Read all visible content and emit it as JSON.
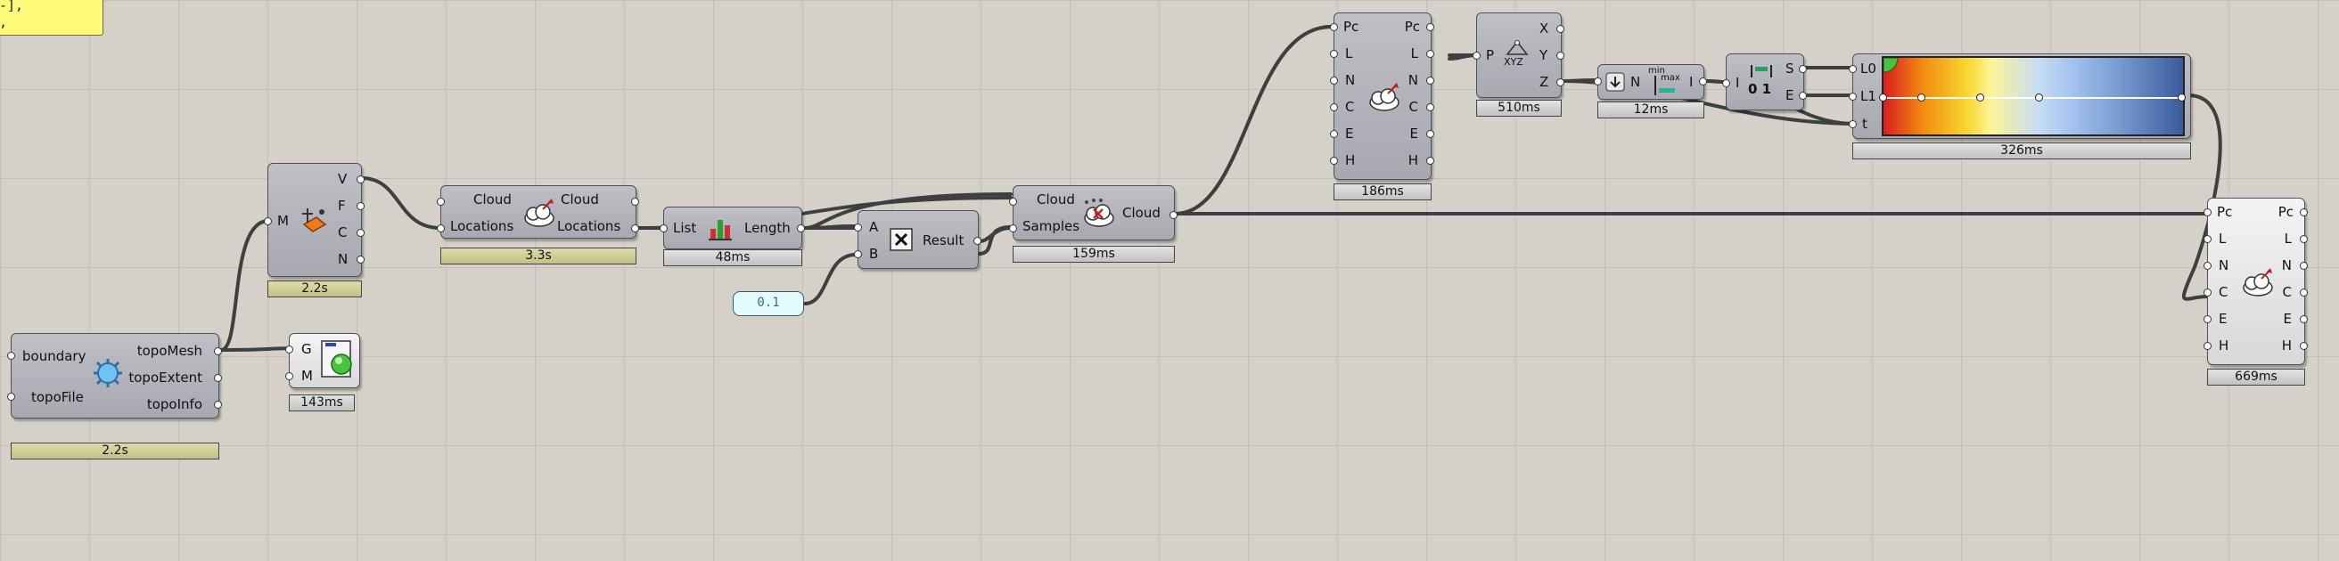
{
  "panel": {
    "text": "-],\n,"
  },
  "mesh_component": {
    "inputs": [
      "boundary",
      "topoFile"
    ],
    "outputs": [
      "topoMesh",
      "topoExtent",
      "topoInfo"
    ],
    "time": "2.2s"
  },
  "mesh_vertices": {
    "input": "M",
    "outputs": [
      "V",
      "F",
      "C",
      "N"
    ],
    "time": "2.2s"
  },
  "mesh_preview": {
    "inputs": [
      "G",
      "M"
    ],
    "time": "143ms"
  },
  "cloud_locations": {
    "inputs": [
      "Cloud",
      "Locations"
    ],
    "outputs": [
      "Cloud",
      "Locations"
    ],
    "time": "3.3s"
  },
  "list_length": {
    "input": "List",
    "output": "Length",
    "time": "48ms"
  },
  "multiply": {
    "inputs": [
      "A",
      "B"
    ],
    "output": "Result"
  },
  "number_slider": {
    "value": "0.1"
  },
  "cloud_samples": {
    "inputs": [
      "Cloud",
      "Samples"
    ],
    "output": "Cloud",
    "time": "159ms"
  },
  "cloud_props_top": {
    "inputs": [
      "Pc",
      "L",
      "N",
      "C",
      "E",
      "H"
    ],
    "outputs": [
      "Pc",
      "L",
      "N",
      "C",
      "E",
      "H"
    ],
    "time": "186ms"
  },
  "deconstruct_point": {
    "input": "P",
    "outputs": [
      "X",
      "Y",
      "Z"
    ],
    "icon_text": "XYZ",
    "time": "510ms"
  },
  "bounds": {
    "input": "N",
    "output": "I",
    "icon_min": "min",
    "icon_max": "max",
    "time": "12ms"
  },
  "deconstruct_domain": {
    "input": "I",
    "outputs": [
      "S",
      "E"
    ],
    "icon_text": "0 1"
  },
  "gradient": {
    "inputs": [
      "L0",
      "L1",
      "t"
    ],
    "time": "326ms"
  },
  "cloud_props_bottom": {
    "inputs": [
      "Pc",
      "L",
      "N",
      "C",
      "E",
      "H"
    ],
    "outputs": [
      "Pc",
      "L",
      "N",
      "C",
      "E",
      "H"
    ],
    "time": "669ms"
  }
}
